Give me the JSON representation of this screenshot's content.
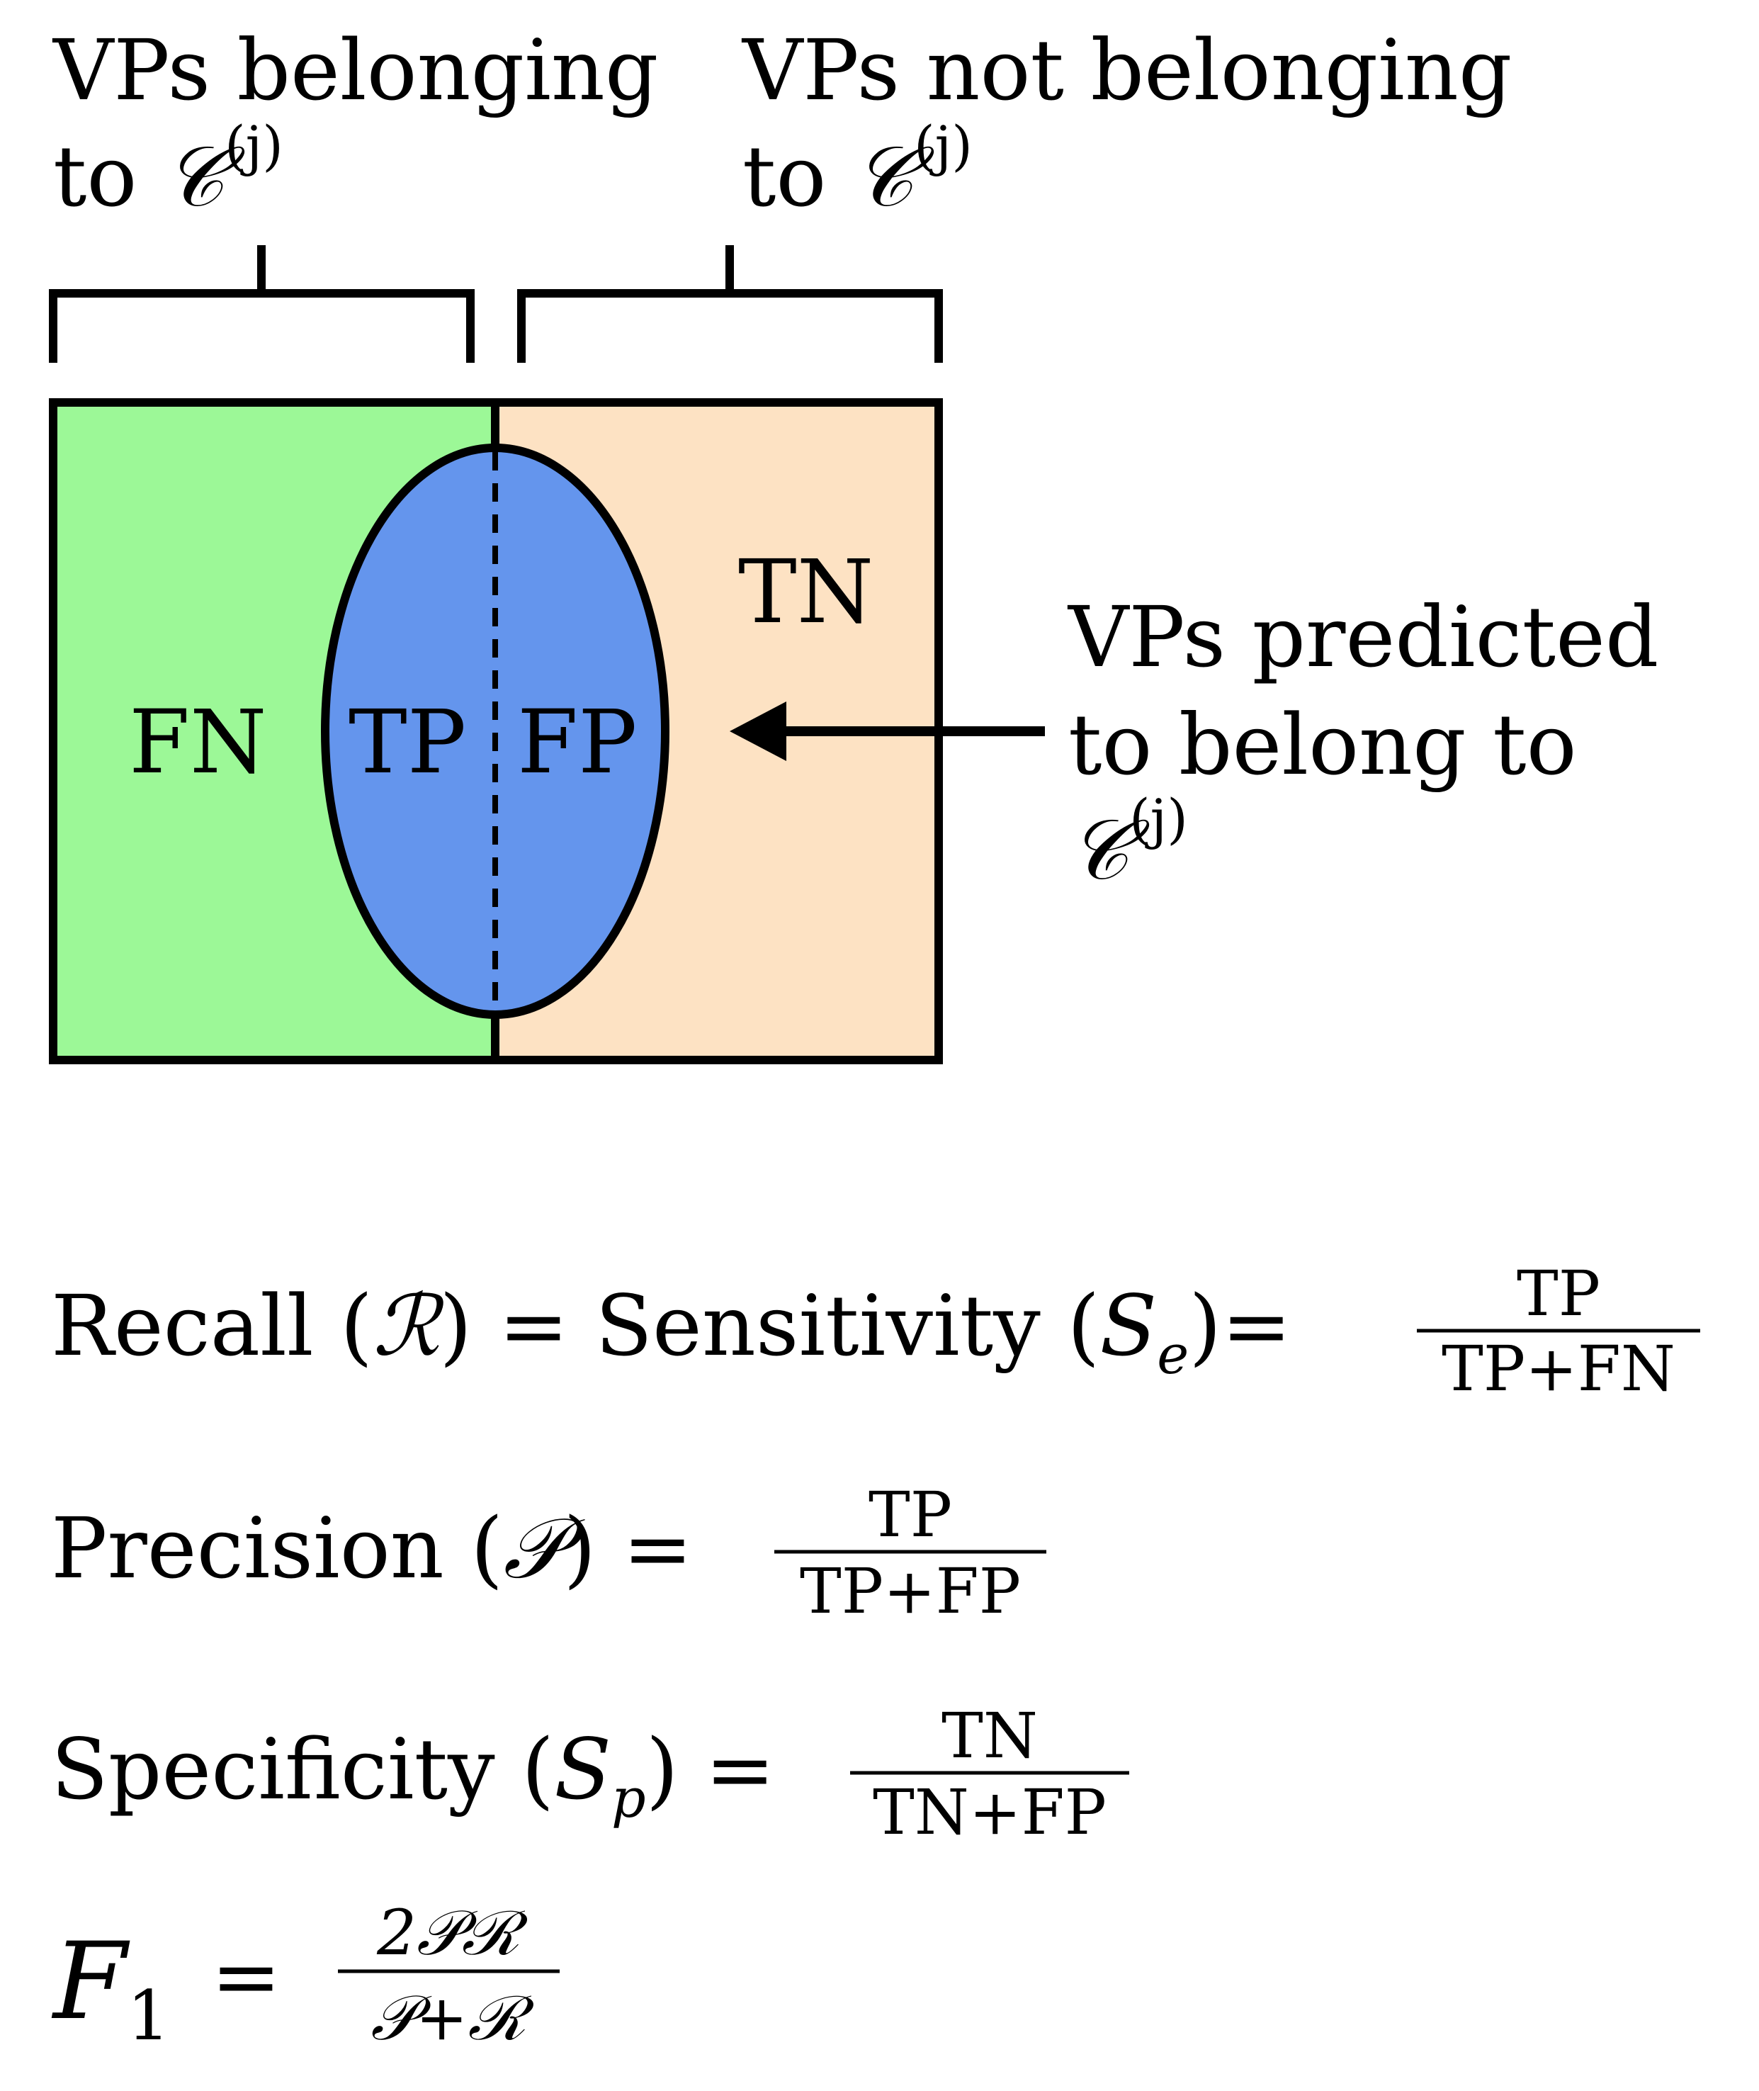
{
  "header_belonging": {
    "line1": "VPs belonging",
    "line2": "to ",
    "set_symbol": "𝒞",
    "superscript": "(j)"
  },
  "header_not_belonging": {
    "line1": "VPs not belonging",
    "line2": "to ",
    "set_symbol": "𝒞",
    "superscript": "(j)"
  },
  "regions": {
    "fn": "FN",
    "tp": "TP",
    "fp": "FP",
    "tn": "TN"
  },
  "predicted_label": {
    "line1": "VPs predicted",
    "line2": "to belong to",
    "set_symbol": "𝒞",
    "superscript": "(j)"
  },
  "formulas": {
    "recall": {
      "lhs": "Recall (",
      "symbol": "ℛ",
      "mid": ") = Sensitivity (",
      "s": "S",
      "sub": "e",
      "close": ")=",
      "numerator": "TP",
      "denominator": "TP+FN"
    },
    "precision": {
      "lhs": "Precision (",
      "symbol": "𝒫",
      "close": ") =",
      "numerator": "TP",
      "denominator": "TP+FP"
    },
    "specificity": {
      "lhs": "Specificity (",
      "s": "S",
      "sub": "p",
      "close": ") =",
      "numerator": "TN",
      "denominator": "TN+FP"
    },
    "f1": {
      "lhs": "F",
      "sub": "1",
      "eq": "=",
      "numerator": "2𝒫ℛ",
      "denominator": "𝒫+ℛ"
    }
  },
  "colors": {
    "belonging_region": "#9cf897",
    "not_belonging_region": "#fde2c3",
    "predicted_ellipse": "#6495ed",
    "stroke": "#000000"
  }
}
